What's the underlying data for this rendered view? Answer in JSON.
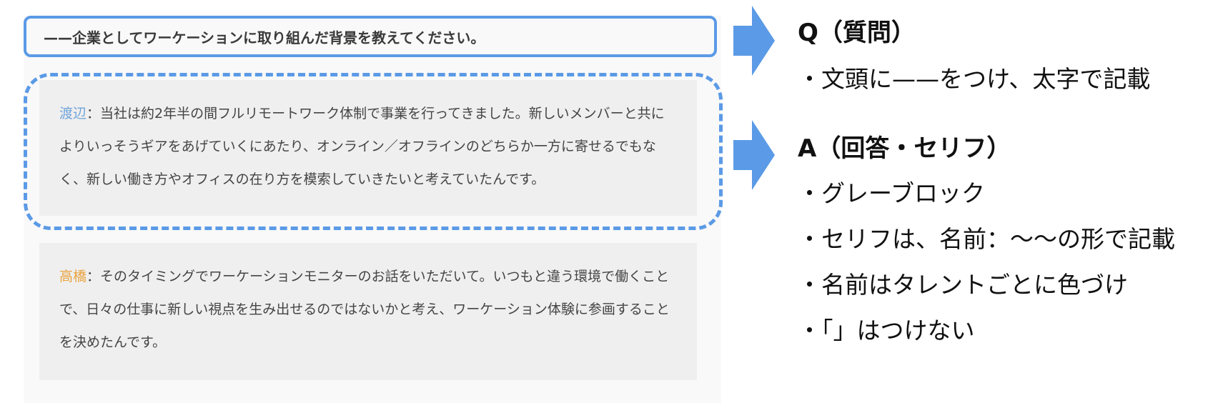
{
  "article": {
    "question": "——企業としてワーケーションに取り組んだ背景を教えてください。",
    "answers": [
      {
        "speaker": "渡辺",
        "separator": "：",
        "text": "当社は約2年半の間フルリモートワーク体制で事業を行ってきました。新しいメンバーと共によりいっそうギアをあげていくにあたり、オンライン／オフラインのどちらか一方に寄せるでもなく、新しい働き方やオフィスの在り方を模索していきたいと考えていたんです。",
        "speaker_color": "#6fa3d9"
      },
      {
        "speaker": "高橋",
        "separator": "：",
        "text": "そのタイミングでワーケーションモニターのお話をいただいて。いつもと違う環境で働くことで、日々の仕事に新しい視点を生み出せるのではないかと考え、ワーケーション体験に参画することを決めたんです。",
        "speaker_color": "#e8a23c"
      }
    ]
  },
  "notes": {
    "q_heading": "Q（質問）",
    "q_items": [
      "・文頭に——をつけ、太字で記載"
    ],
    "a_heading": "A（回答・セリフ）",
    "a_items": [
      "・グレーブロック",
      "・セリフは、名前：〜〜の形で記載",
      "・名前はタレントごとに色づけ",
      "・「」はつけない"
    ]
  },
  "colors": {
    "accent_blue": "#5b9ae6",
    "block_gray": "#efefef"
  }
}
